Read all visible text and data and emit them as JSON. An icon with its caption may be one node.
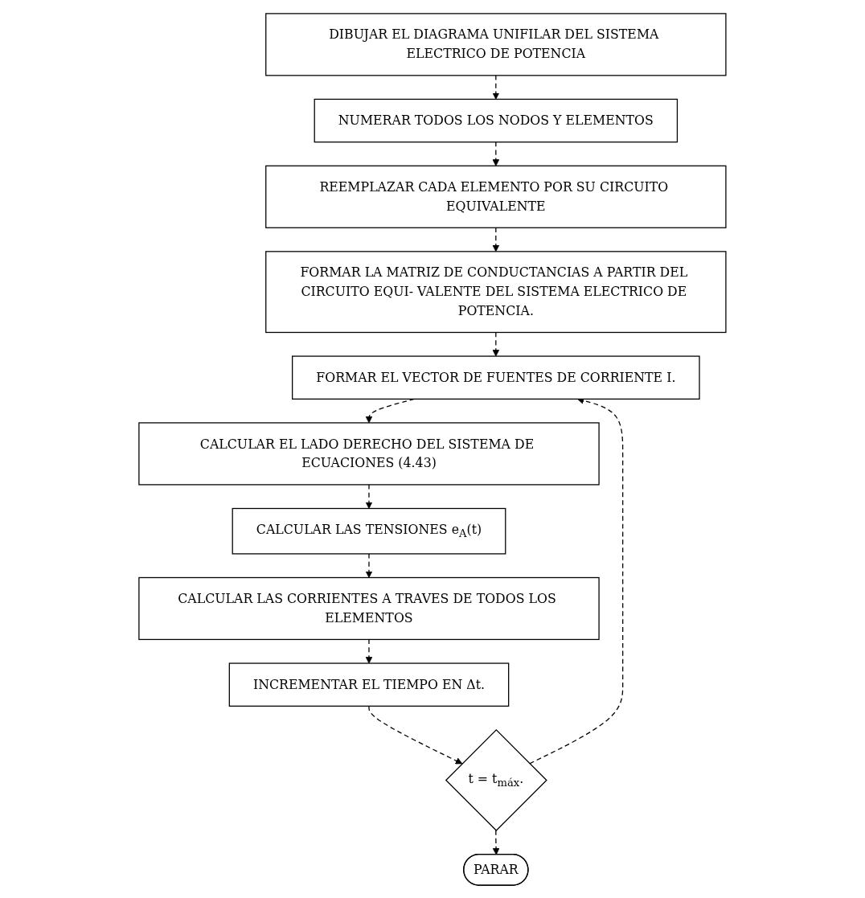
{
  "diagram": {
    "nodes": [
      {
        "text": [
          "DIBUJAR EL DIAGRAMA UNIFILAR DEL SISTEMA ELECTRICO DE POTENCIA"
        ]
      },
      {
        "text": [
          "NUMERAR TODOS LOS NODOS Y ELEMENTOS"
        ]
      },
      {
        "text": [
          "REEMPLAZAR CADA ELEMENTO POR SU CIRCUITO EQUIVALENTE"
        ]
      },
      {
        "text": [
          "FORMAR LA MATRIZ DE CONDUCTANCIAS A PARTIR DEL CIRCUITO EQUI- VALENTE DEL SISTEMA ELECTRICO DE POTENCIA."
        ]
      },
      {
        "text": [
          "FORMAR EL VECTOR DE FUENTES DE CORRIENTE I."
        ]
      },
      {
        "text": [
          "CALCULAR EL LADO DERECHO DEL SISTEMA DE ECUACIONES (4.43)"
        ]
      },
      {
        "text": [
          "CALCULAR LAS TENSIONES e$_{A}$(t)"
        ]
      },
      {
        "text": [
          "CALCULAR LAS CORRIENTES A TRAVES DE TODOS LOS ELEMENTOS"
        ]
      },
      {
        "text": [
          "INCREMENTAR EL TIEMPO EN Δt."
        ]
      },
      {
        "text": [
          "t = t$_{máx}$."
        ]
      },
      {
        "text": [
          "PARAR"
        ]
      }
    ],
    "edges": [
      {
        "from": 0,
        "to": 1,
        "arrow": "to",
        "style": "dashed"
      },
      {
        "from": 1,
        "to": 2,
        "arrow": "to",
        "style": "dashed"
      },
      {
        "from": 2,
        "to": 3,
        "arrow": "to",
        "style": "dashed"
      },
      {
        "from": 3,
        "to": 4,
        "arrow": "to",
        "style": "dashed"
      },
      {
        "from": 4,
        "to": 5,
        "arrow": "to",
        "style": "dashed"
      },
      {
        "from": 5,
        "to": 6,
        "arrow": "to",
        "style": "dashed"
      },
      {
        "from": 6,
        "to": 7,
        "arrow": "to",
        "style": "dashed"
      },
      {
        "from": 7,
        "to": 8,
        "arrow": "to",
        "style": "dashed"
      },
      {
        "from": 8,
        "to": 9,
        "arrow": "to",
        "style": "dashed"
      },
      {
        "from": 9,
        "to": 4,
        "arrow": "to",
        "style": "dashed"
      },
      {
        "from": 9,
        "to": 10,
        "arrow": "to",
        "style": "dashed"
      }
    ]
  }
}
